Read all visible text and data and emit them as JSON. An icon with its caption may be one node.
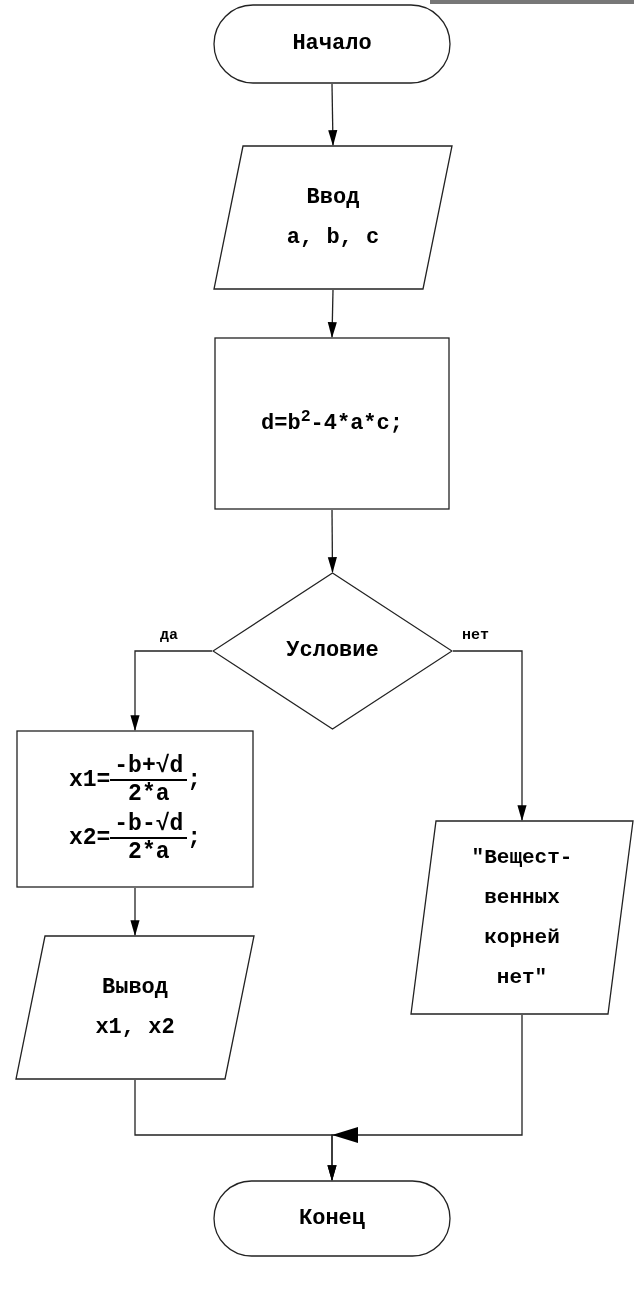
{
  "diagram": {
    "nodes": [
      {
        "text": [
          "Начало"
        ]
      },
      {
        "text": [
          "Ввод",
          "a, b, c"
        ]
      },
      {
        "text": [
          "d=b$^{2}$-4*a*c;"
        ]
      },
      {
        "text": [
          "Условие"
        ]
      },
      {
        "text": [
          "x1=",
          "-b+√d",
          "2*a",
          ";",
          "x2=",
          "-b-√d",
          "2*a",
          ";"
        ]
      },
      {
        "text": [
          "Вывод",
          "x1, x2"
        ]
      },
      {
        "text": [
          "\"Вещест- венных корней нет\""
        ]
      },
      {
        "text": [
          "Конец"
        ]
      }
    ],
    "edges": [
      {
        "from": 0,
        "to": 1,
        "arrow": "to"
      },
      {
        "from": 1,
        "to": 2,
        "arrow": "to"
      },
      {
        "from": 2,
        "to": 3,
        "arrow": "to"
      },
      {
        "from": 3,
        "to": 4,
        "arrow": "to",
        "label": "да"
      },
      {
        "from": 3,
        "to": 6,
        "arrow": "to",
        "label": "нет"
      },
      {
        "from": 4,
        "to": 5,
        "arrow": "to"
      },
      {
        "from": 5,
        "to": 7,
        "arrow": "to"
      },
      {
        "from": 6,
        "to": 7,
        "arrow": "to"
      }
    ]
  }
}
